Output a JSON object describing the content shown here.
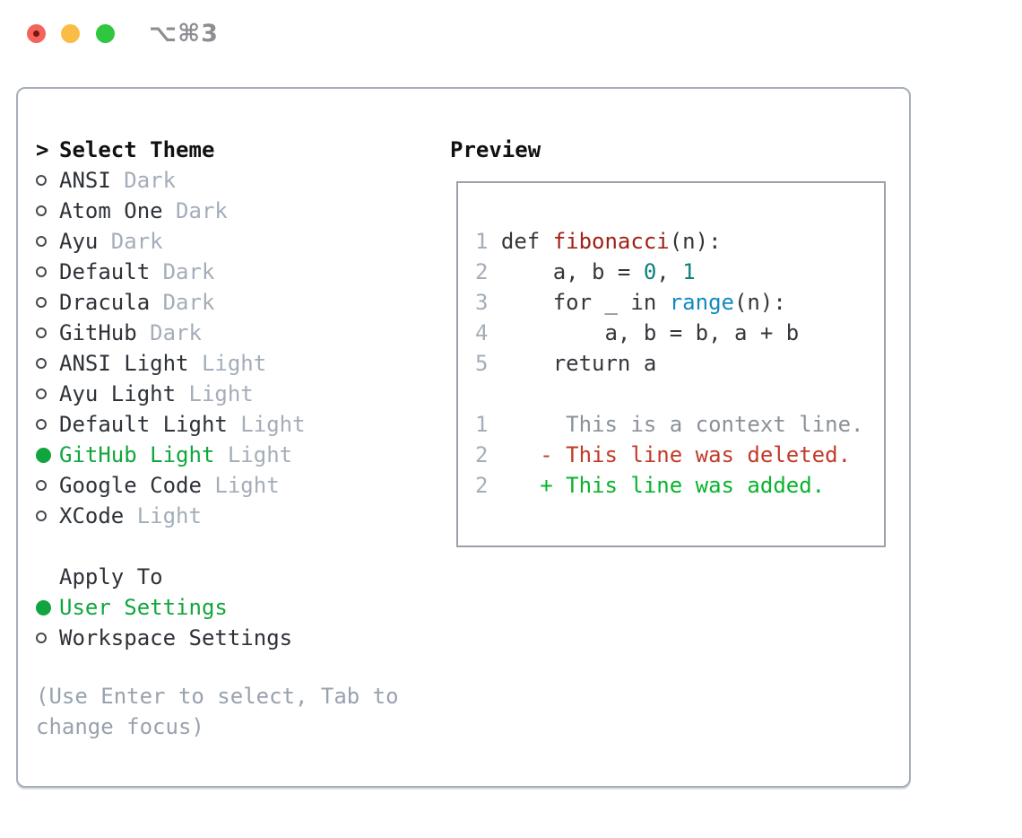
{
  "titlebar": {
    "shortcut": "⌥⌘3"
  },
  "theme_panel": {
    "title": "Select Theme",
    "title_prefix": ">",
    "items": [
      {
        "name": "ANSI",
        "variant": "Dark",
        "selected": false
      },
      {
        "name": "Atom One",
        "variant": "Dark",
        "selected": false
      },
      {
        "name": "Ayu",
        "variant": "Dark",
        "selected": false
      },
      {
        "name": "Default",
        "variant": "Dark",
        "selected": false
      },
      {
        "name": "Dracula",
        "variant": "Dark",
        "selected": false
      },
      {
        "name": "GitHub",
        "variant": "Dark",
        "selected": false
      },
      {
        "name": "ANSI Light",
        "variant": "Light",
        "selected": false
      },
      {
        "name": "Ayu Light",
        "variant": "Light",
        "selected": false
      },
      {
        "name": "Default Light",
        "variant": "Light",
        "selected": false
      },
      {
        "name": "GitHub Light",
        "variant": "Light",
        "selected": true
      },
      {
        "name": "Google Code",
        "variant": "Light",
        "selected": false
      },
      {
        "name": "XCode",
        "variant": "Light",
        "selected": false
      }
    ],
    "apply_to": {
      "title": "Apply To",
      "options": [
        {
          "label": "User Settings",
          "selected": true
        },
        {
          "label": "Workspace Settings",
          "selected": false
        }
      ]
    },
    "help_text": "(Use Enter to select, Tab to change focus)"
  },
  "preview": {
    "title": "Preview",
    "lines": [
      {
        "num": "1",
        "segs": [
          [
            "plain",
            "def "
          ],
          [
            "func",
            "fibonacci"
          ],
          [
            "plain",
            "(n):"
          ]
        ]
      },
      {
        "num": "2",
        "segs": [
          [
            "plain",
            "    a, b = "
          ],
          [
            "num",
            "0"
          ],
          [
            "plain",
            ", "
          ],
          [
            "num",
            "1"
          ]
        ]
      },
      {
        "num": "3",
        "segs": [
          [
            "plain",
            "    for _ in "
          ],
          [
            "builtin",
            "range"
          ],
          [
            "plain",
            "(n):"
          ]
        ]
      },
      {
        "num": "4",
        "segs": [
          [
            "plain",
            "        a, b = b, a + b"
          ]
        ]
      },
      {
        "num": "5",
        "segs": [
          [
            "plain",
            "    return a"
          ]
        ]
      },
      {
        "num": "",
        "segs": []
      },
      {
        "num": "1",
        "segs": [
          [
            "context",
            "     This is a context line."
          ]
        ]
      },
      {
        "num": "2",
        "segs": [
          [
            "deleted",
            "   - This line was deleted."
          ]
        ]
      },
      {
        "num": "2",
        "segs": [
          [
            "added",
            "   + This line was added."
          ]
        ]
      }
    ]
  },
  "colors": {
    "selected_green": "#11a63d",
    "added_green": "#09b32c",
    "deleted_red": "#c23a28",
    "context_gray": "#8b9199",
    "function_red": "#a02014",
    "number_teal": "#0b827a",
    "builtin_blue": "#1389c2",
    "muted_gray": "#a4adb9",
    "panel_border": "#a7aeb9",
    "traffic_red": "#f4645c",
    "traffic_yellow": "#f9bd45",
    "traffic_green": "#2fc73f"
  }
}
